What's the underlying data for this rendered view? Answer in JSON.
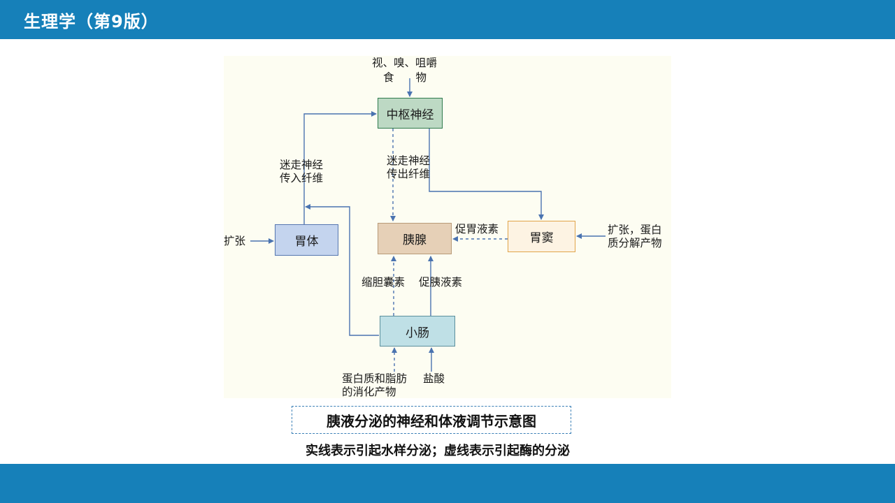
{
  "header": {
    "title": "生理学（第9版）"
  },
  "diagram": {
    "nodes": {
      "cns": "中枢神经",
      "stomach_body": "胃体",
      "pancreas": "胰腺",
      "antrum": "胃窦",
      "small_intestine": "小肠"
    },
    "labels": {
      "stimuli_line1": "视、嗅、咀嚼",
      "stimuli_line2": "食　　物",
      "vagal_afferent_line1": "迷走神经",
      "vagal_afferent_line2": "传入纤维",
      "vagal_efferent_line1": "迷走神经",
      "vagal_efferent_line2": "传出纤维",
      "distension_left": "扩张",
      "gastrin": "促胃液素",
      "antrum_stimuli_line1": "扩张，蛋白",
      "antrum_stimuli_line2": "质分解产物",
      "cck": "缩胆囊素",
      "secretin": "促胰液素",
      "intestine_stimuli_line1": "蛋白质和脂肪",
      "intestine_stimuli_line2": "的消化产物",
      "hcl": "盐酸"
    },
    "colors": {
      "arrow": "#4a73b0",
      "cns_fill": "#bdd9c4",
      "cns_border": "#2f7a4c",
      "stomach_fill": "#c4d4ee",
      "stomach_border": "#5576b0",
      "pancreas_fill": "#e6d0b7",
      "pancreas_border": "#b89a77",
      "antrum_fill": "#fdf3e3",
      "antrum_border": "#e1a449",
      "intestine_fill": "#bfe0e6",
      "intestine_border": "#5a8f9c"
    }
  },
  "caption": "胰液分泌的神经和体液调节示意图",
  "note": "实线表示引起水样分泌；虚线表示引起酶的分泌"
}
